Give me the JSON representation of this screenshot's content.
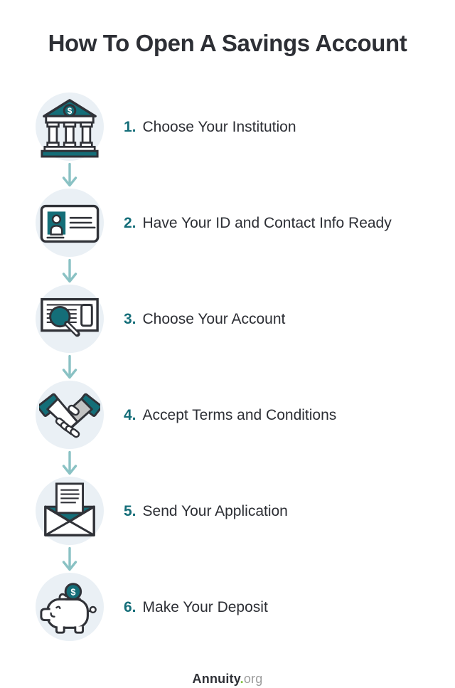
{
  "page": {
    "title": "How To Open A Savings Account"
  },
  "steps": [
    {
      "number": "1.",
      "label": "Choose Your Institution",
      "icon": "bank-icon"
    },
    {
      "number": "2.",
      "label": "Have Your ID and Contact Info Ready",
      "icon": "id-card-icon"
    },
    {
      "number": "3.",
      "label": "Choose Your Account",
      "icon": "document-magnifier-icon"
    },
    {
      "number": "4.",
      "label": "Accept Terms and Conditions",
      "icon": "handshake-icon"
    },
    {
      "number": "5.",
      "label": "Send Your Application",
      "icon": "envelope-icon"
    },
    {
      "number": "6.",
      "label": "Make Your Deposit",
      "icon": "piggy-bank-icon"
    }
  ],
  "connector": {
    "icon": "arrow-down-icon",
    "count": 5
  },
  "footer": {
    "brand": "Annuity",
    "dot": ".",
    "suffix": "org"
  },
  "colors": {
    "accent_teal": "#146e78",
    "arrow_teal": "#8ac2c4",
    "icon_circle_bg": "#eaf0f5",
    "text_dark": "#2d2f35",
    "outline_dark": "#303238",
    "footer_gray": "#9b9b9b",
    "brand_dot_green": "#82c341",
    "hand_gray": "#c2c2c2"
  }
}
